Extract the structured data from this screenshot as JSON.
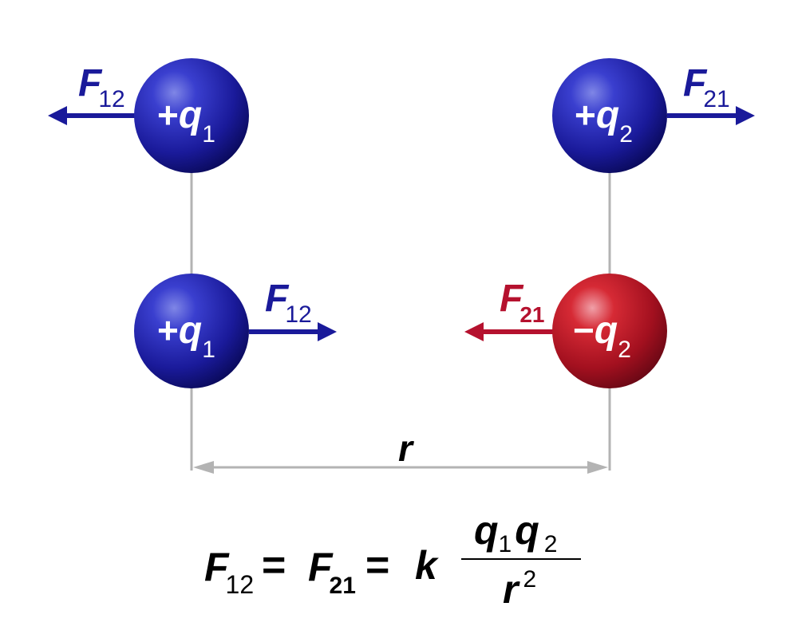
{
  "colors": {
    "blue": "#1a1a9a",
    "red": "#b5112e",
    "guide": "#b3b3b3",
    "text_dark": "#000000",
    "text_on_sphere": "#ffffff"
  },
  "top_row": {
    "left_charge": {
      "sign": "+",
      "symbol": "q",
      "index": "1"
    },
    "right_charge": {
      "sign": "+",
      "symbol": "q",
      "index": "2"
    },
    "left_force": {
      "symbol": "F",
      "index": "12",
      "direction": "left"
    },
    "right_force": {
      "symbol": "F",
      "index": "21",
      "direction": "right"
    }
  },
  "bottom_row": {
    "left_charge": {
      "sign": "+",
      "symbol": "q",
      "index": "1"
    },
    "right_charge": {
      "sign": "−",
      "symbol": "q",
      "index": "2"
    },
    "left_force": {
      "symbol": "F",
      "index": "12",
      "direction": "right"
    },
    "right_force": {
      "symbol": "F",
      "index": "21",
      "direction": "left"
    }
  },
  "distance_label": "r",
  "equation": {
    "lhs_symbol": "F",
    "lhs_index": "12",
    "eq1": "=",
    "mid_symbol": "F",
    "mid_index": "21",
    "eq2": "=",
    "constant": "k",
    "num_q1": "q",
    "num_q1_index": "1",
    "num_q2": "q",
    "num_q2_index": "2",
    "den_symbol": "r",
    "den_power": "2"
  }
}
